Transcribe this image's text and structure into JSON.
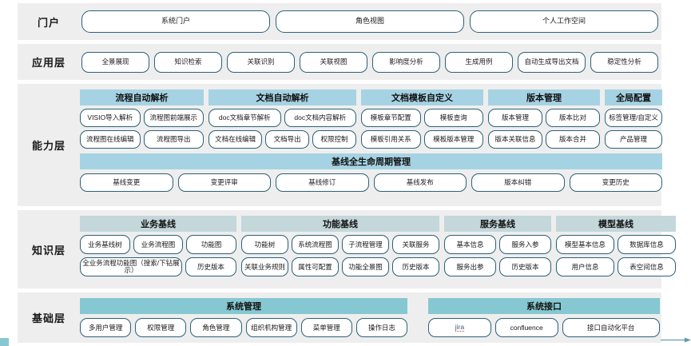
{
  "colors": {
    "band_bg": "#eeeeee",
    "pill_border": "#2e6077",
    "capability_header": "#a6d3e3",
    "knowledge_header": "#c4d7db",
    "foundation_header": "#86c8d2"
  },
  "layers": {
    "portal": {
      "label": "门户",
      "items": [
        "系统门户",
        "角色视图",
        "个人工作空间"
      ]
    },
    "application": {
      "label": "应用层",
      "items": [
        "全景展现",
        "知识检索",
        "关联识别",
        "关联视图",
        "影响度分析",
        "生成用例",
        "自动生成导出文档",
        "稳定性分析"
      ]
    },
    "capability": {
      "label": "能力层",
      "groups": [
        {
          "title": "流程自动解析",
          "rows": [
            [
              "VISIO导入解析",
              "流程图前端展示"
            ],
            [
              "流程图在线编辑",
              "流程图导出"
            ]
          ]
        },
        {
          "title": "文档自动解析",
          "rows": [
            [
              "doc文档章节解析",
              "doc文档内容解析"
            ],
            [
              "文档在线编辑",
              "文档导出",
              "权限控制"
            ]
          ]
        },
        {
          "title": "文档模板自定义",
          "rows": [
            [
              "模板章节配置",
              "模板查询"
            ],
            [
              "模板引用关系",
              "模板版本管理"
            ]
          ]
        },
        {
          "title": "版本管理",
          "rows": [
            [
              "版本管理",
              "版本比对"
            ],
            [
              "版本关联信息",
              "版本合并"
            ]
          ]
        },
        {
          "title": "全局配置",
          "rows": [
            [
              "标签管理/自定义"
            ],
            [
              "产品管理"
            ]
          ]
        }
      ],
      "lifecycle": {
        "title": "基线全生命周期管理",
        "items": [
          "基线变更",
          "变更评审",
          "基线修订",
          "基线发布",
          "版本纠错",
          "变更历史"
        ]
      }
    },
    "knowledge": {
      "label": "知识层",
      "groups": [
        {
          "title": "业务基线",
          "rows": [
            [
              "业务基线树",
              "业务流程图",
              "功能图"
            ],
            [
              "全业务流程功能图（搜索/下钻展示）",
              "历史版本"
            ]
          ]
        },
        {
          "title": "功能基线",
          "rows": [
            [
              "功能树",
              "系统流程图",
              "子流程管理",
              "关联服务"
            ],
            [
              "关联业务规则",
              "属性可配置",
              "功能全景图",
              "历史版本"
            ]
          ]
        },
        {
          "title": "服务基线",
          "rows": [
            [
              "基本信息",
              "服务入参"
            ],
            [
              "服务出参",
              "历史版本"
            ]
          ]
        },
        {
          "title": "模型基线",
          "rows": [
            [
              "模型基本信息",
              "数据库信息"
            ],
            [
              "用户信息",
              "表空间信息"
            ]
          ]
        }
      ]
    },
    "foundation": {
      "label": "基础层",
      "groups": [
        {
          "title": "系统管理",
          "rows": [
            [
              "多用户管理",
              "权限管理",
              "角色管理",
              "组织机构管理",
              "菜单管理",
              "操作日志"
            ]
          ]
        },
        {
          "title": "系统接口",
          "rows": [
            [
              "jira",
              "confluence",
              "接口自动化平台"
            ]
          ]
        }
      ]
    }
  }
}
